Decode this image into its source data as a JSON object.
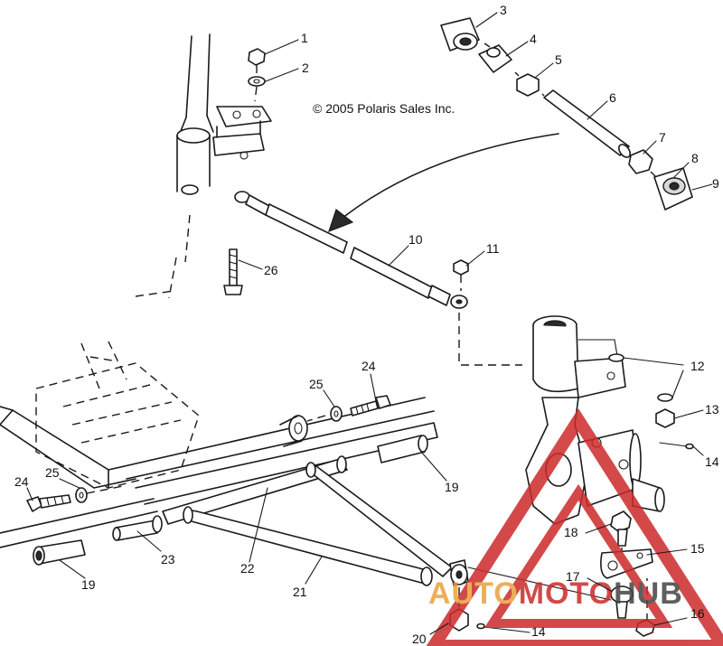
{
  "copyright": "© 2005 Polaris Sales Inc.",
  "watermark": {
    "part1": "AUTO",
    "part2": "MOTO",
    "part3": "HUB",
    "color_primary": "#e8a33a",
    "color_secondary": "#cc2a2a",
    "color_dark": "#444444"
  },
  "callouts": [
    {
      "label": "1"
    },
    {
      "label": "2"
    },
    {
      "label": "3"
    },
    {
      "label": "4"
    },
    {
      "label": "5"
    },
    {
      "label": "6"
    },
    {
      "label": "7"
    },
    {
      "label": "8"
    },
    {
      "label": "9"
    },
    {
      "label": "10"
    },
    {
      "label": "11"
    },
    {
      "label": "12"
    },
    {
      "label": "13"
    },
    {
      "label": "14"
    },
    {
      "label": "15"
    },
    {
      "label": "16"
    },
    {
      "label": "17"
    },
    {
      "label": "18"
    },
    {
      "label": "19"
    },
    {
      "label": "19"
    },
    {
      "label": "20"
    },
    {
      "label": "21"
    },
    {
      "label": "22"
    },
    {
      "label": "23"
    },
    {
      "label": "24"
    },
    {
      "label": "24"
    },
    {
      "label": "25"
    },
    {
      "label": "25"
    },
    {
      "label": "26"
    },
    {
      "label": "14"
    }
  ]
}
